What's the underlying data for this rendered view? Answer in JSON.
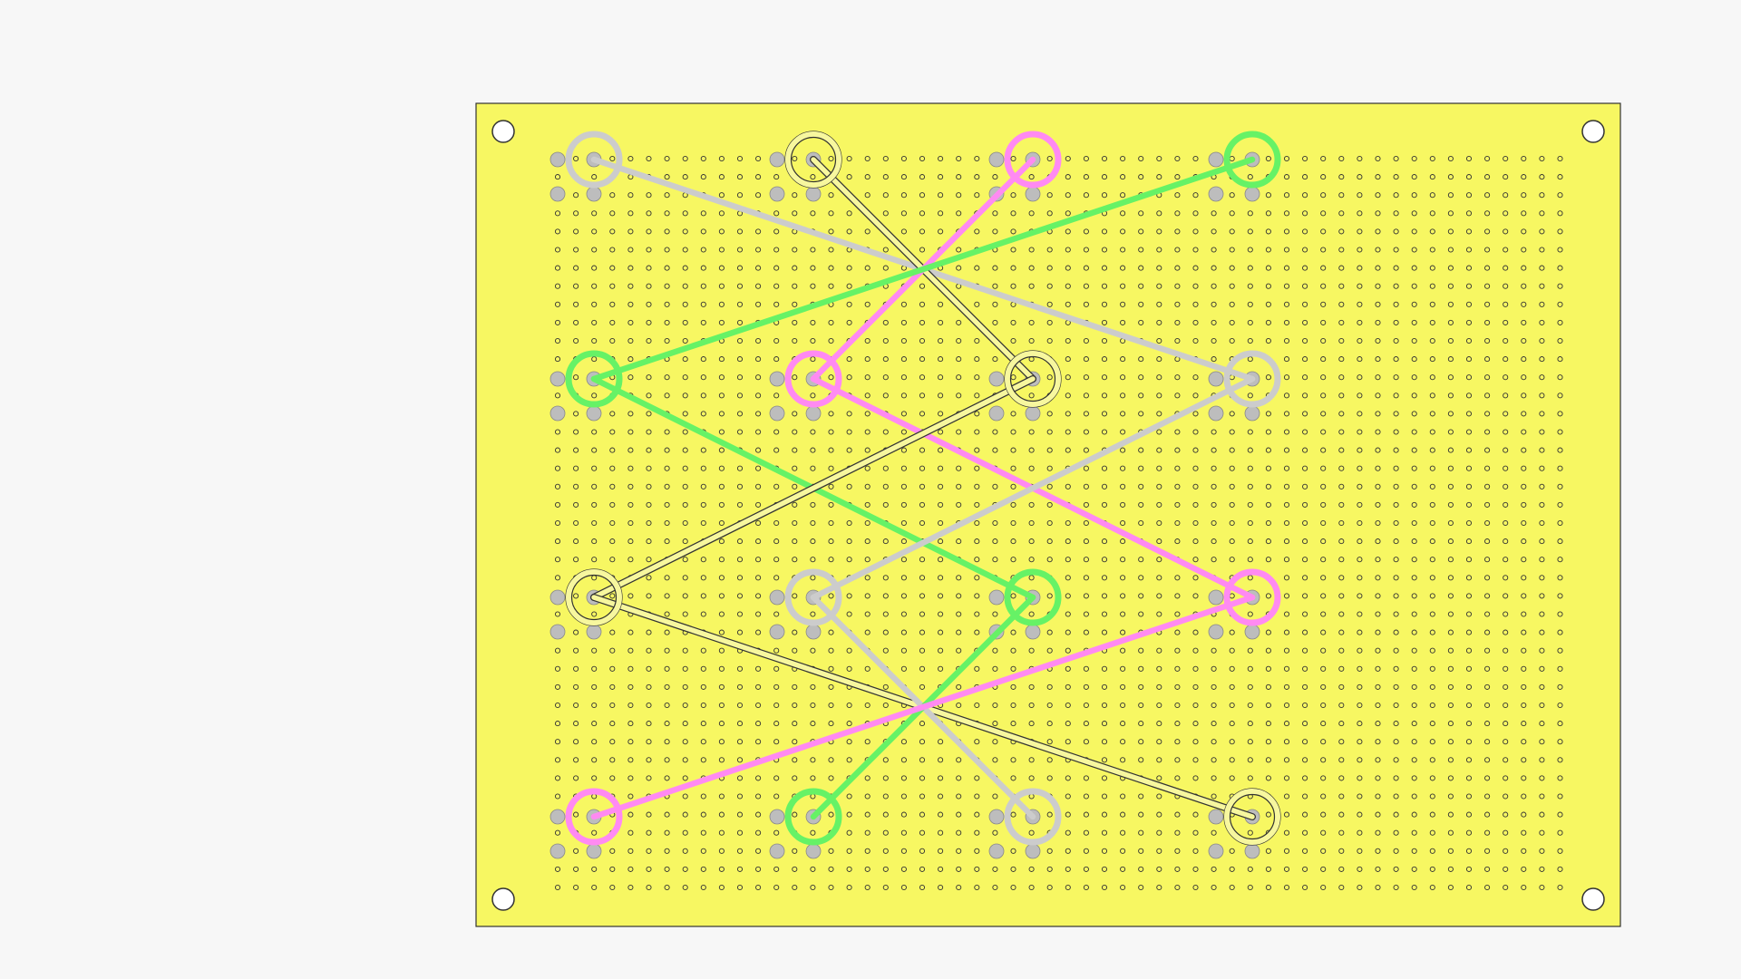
{
  "colors": {
    "background": "#f7f7f7",
    "board": "#f7f762",
    "board_outline": "#333333",
    "hole_stroke": "#333333",
    "gray_pad": "#bdbdbd",
    "wire_gray": "#cccccc",
    "wire_green": "#66f266",
    "wire_magenta": "#ff8af2",
    "wire_cream": "#f7f79e",
    "wire_outline": "#333333"
  },
  "perfboard": {
    "hole_columns": 56,
    "hole_rows": 41,
    "mounting_holes": 4
  },
  "nodes": [
    {
      "id": "r1c1",
      "row": 1,
      "col": 1,
      "color": "wire_gray"
    },
    {
      "id": "r1c2",
      "row": 1,
      "col": 2,
      "color": "wire_cream"
    },
    {
      "id": "r1c3",
      "row": 1,
      "col": 3,
      "color": "wire_magenta"
    },
    {
      "id": "r1c4",
      "row": 1,
      "col": 4,
      "color": "wire_green"
    },
    {
      "id": "r2c1",
      "row": 2,
      "col": 1,
      "color": "wire_green"
    },
    {
      "id": "r2c2",
      "row": 2,
      "col": 2,
      "color": "wire_magenta"
    },
    {
      "id": "r2c3",
      "row": 2,
      "col": 3,
      "color": "wire_cream"
    },
    {
      "id": "r2c4",
      "row": 2,
      "col": 4,
      "color": "wire_gray"
    },
    {
      "id": "r3c1",
      "row": 3,
      "col": 1,
      "color": "wire_cream"
    },
    {
      "id": "r3c2",
      "row": 3,
      "col": 2,
      "color": "wire_gray"
    },
    {
      "id": "r3c3",
      "row": 3,
      "col": 3,
      "color": "wire_green"
    },
    {
      "id": "r3c4",
      "row": 3,
      "col": 4,
      "color": "wire_magenta"
    },
    {
      "id": "r4c1",
      "row": 4,
      "col": 1,
      "color": "wire_magenta"
    },
    {
      "id": "r4c2",
      "row": 4,
      "col": 2,
      "color": "wire_green"
    },
    {
      "id": "r4c3",
      "row": 4,
      "col": 3,
      "color": "wire_gray"
    },
    {
      "id": "r4c4",
      "row": 4,
      "col": 4,
      "color": "wire_cream"
    }
  ],
  "wires": [
    {
      "from": "r1c1",
      "to": "r2c4",
      "color": "wire_gray"
    },
    {
      "from": "r1c2",
      "to": "r2c3",
      "color": "wire_cream"
    },
    {
      "from": "r1c3",
      "to": "r2c2",
      "color": "wire_magenta"
    },
    {
      "from": "r1c4",
      "to": "r2c1",
      "color": "wire_green"
    },
    {
      "from": "r2c1",
      "to": "r3c3",
      "color": "wire_green"
    },
    {
      "from": "r2c2",
      "to": "r3c4",
      "color": "wire_magenta"
    },
    {
      "from": "r2c3",
      "to": "r3c1",
      "color": "wire_cream"
    },
    {
      "from": "r2c4",
      "to": "r3c2",
      "color": "wire_gray"
    },
    {
      "from": "r3c1",
      "to": "r4c4",
      "color": "wire_cream"
    },
    {
      "from": "r3c2",
      "to": "r4c3",
      "color": "wire_gray"
    },
    {
      "from": "r3c3",
      "to": "r4c2",
      "color": "wire_green"
    },
    {
      "from": "r3c4",
      "to": "r4c1",
      "color": "wire_magenta"
    }
  ]
}
